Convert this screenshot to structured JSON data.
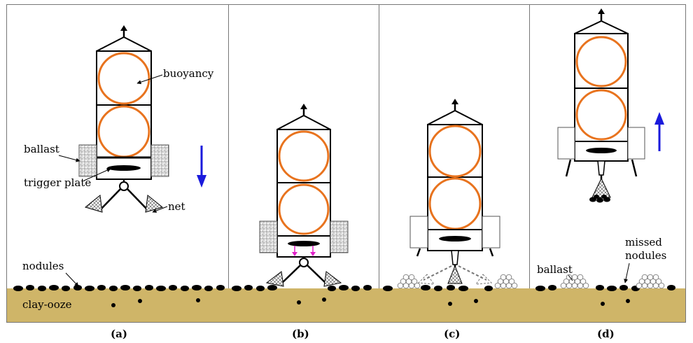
{
  "panels": [
    {
      "caption": "(a)"
    },
    {
      "caption": "(b)"
    },
    {
      "caption": "(c)"
    },
    {
      "caption": "(d)"
    }
  ],
  "labels": {
    "buoyancy": "buoyancy",
    "ballast_a": "ballast",
    "trigger_plate": "trigger plate",
    "net": "net",
    "nodules": "nodules",
    "clay_ooze": "clay-ooze",
    "ballast_d": "ballast",
    "missed_1": "missed",
    "missed_2": "nodules"
  },
  "colors": {
    "float": "#e8731e",
    "arrow": "#1a1adc",
    "sediment": "#cfb568",
    "nodule": "#000000",
    "pin": "#e020c8"
  }
}
